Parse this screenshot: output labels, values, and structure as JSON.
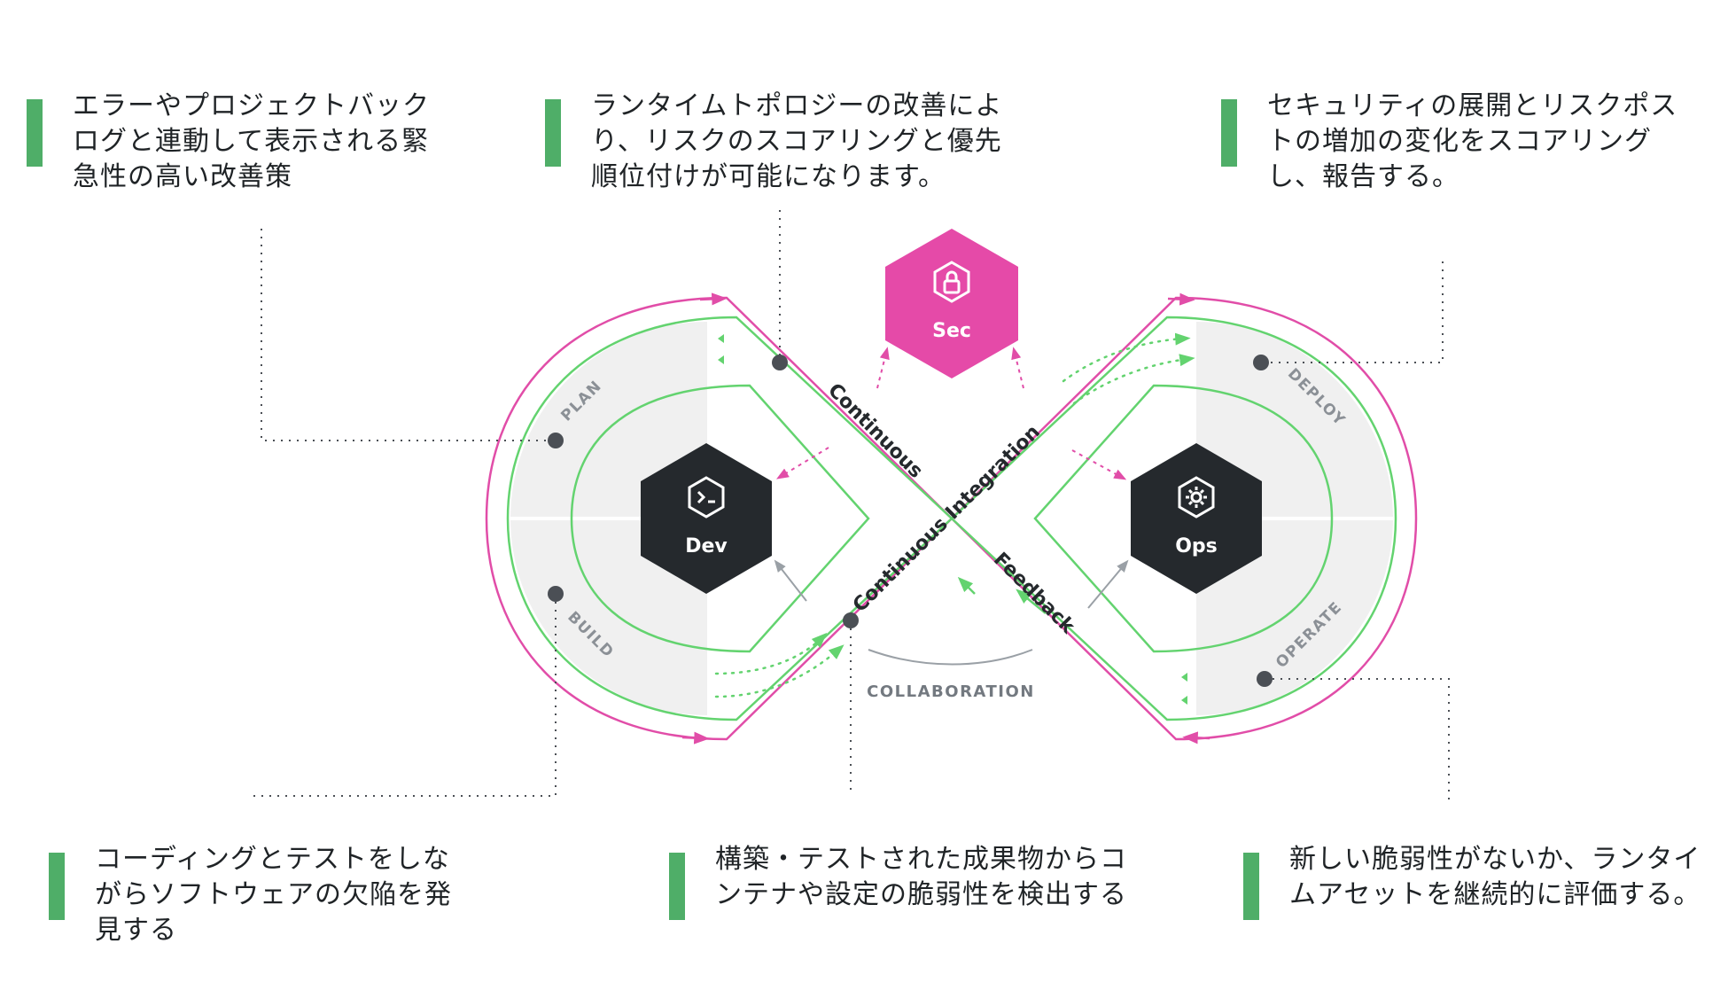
{
  "notes": {
    "plan": "エラーやプロジェクトバックログと連動して表示される緊急性の高い改善策",
    "continuous": "ランタイムトポロジーの改善により、リスクのスコアリングと優先順位付けが可能になります。",
    "deploy": "セキュリティの展開とリスクポストの増加の変化をスコアリングし、報告する。",
    "build": "コーディングとテストをしながらソフトウェアの欠陥を発見する",
    "integration": "構築・テストされた成果物からコンテナや設定の脆弱性を検出する",
    "operate": "新しい脆弱性がないか、ランタイムアセットを継続的に評価する。"
  },
  "diagram": {
    "sec": "Sec",
    "dev": "Dev",
    "ops": "Ops",
    "continuous": "Continuous",
    "continuous_integration": "Continuous Integration",
    "feedback": "Feedback",
    "collaboration": "COLLABORATION",
    "plan": "PLAN",
    "build": "BUILD",
    "deploy": "DEPLOY",
    "operate": "OPERATE"
  },
  "colors": {
    "accent_green": "#4fae68",
    "loop_green": "#63d36f",
    "loop_pink": "#e14da8",
    "hex_dark": "#25292d",
    "hex_sec": "#e54aa8",
    "phase_gray": "#f0f0f0",
    "dot_gray": "#4b4f55"
  },
  "icons": {
    "sec": "security-lock-icon",
    "dev": "terminal-icon",
    "ops": "gear-icon"
  }
}
